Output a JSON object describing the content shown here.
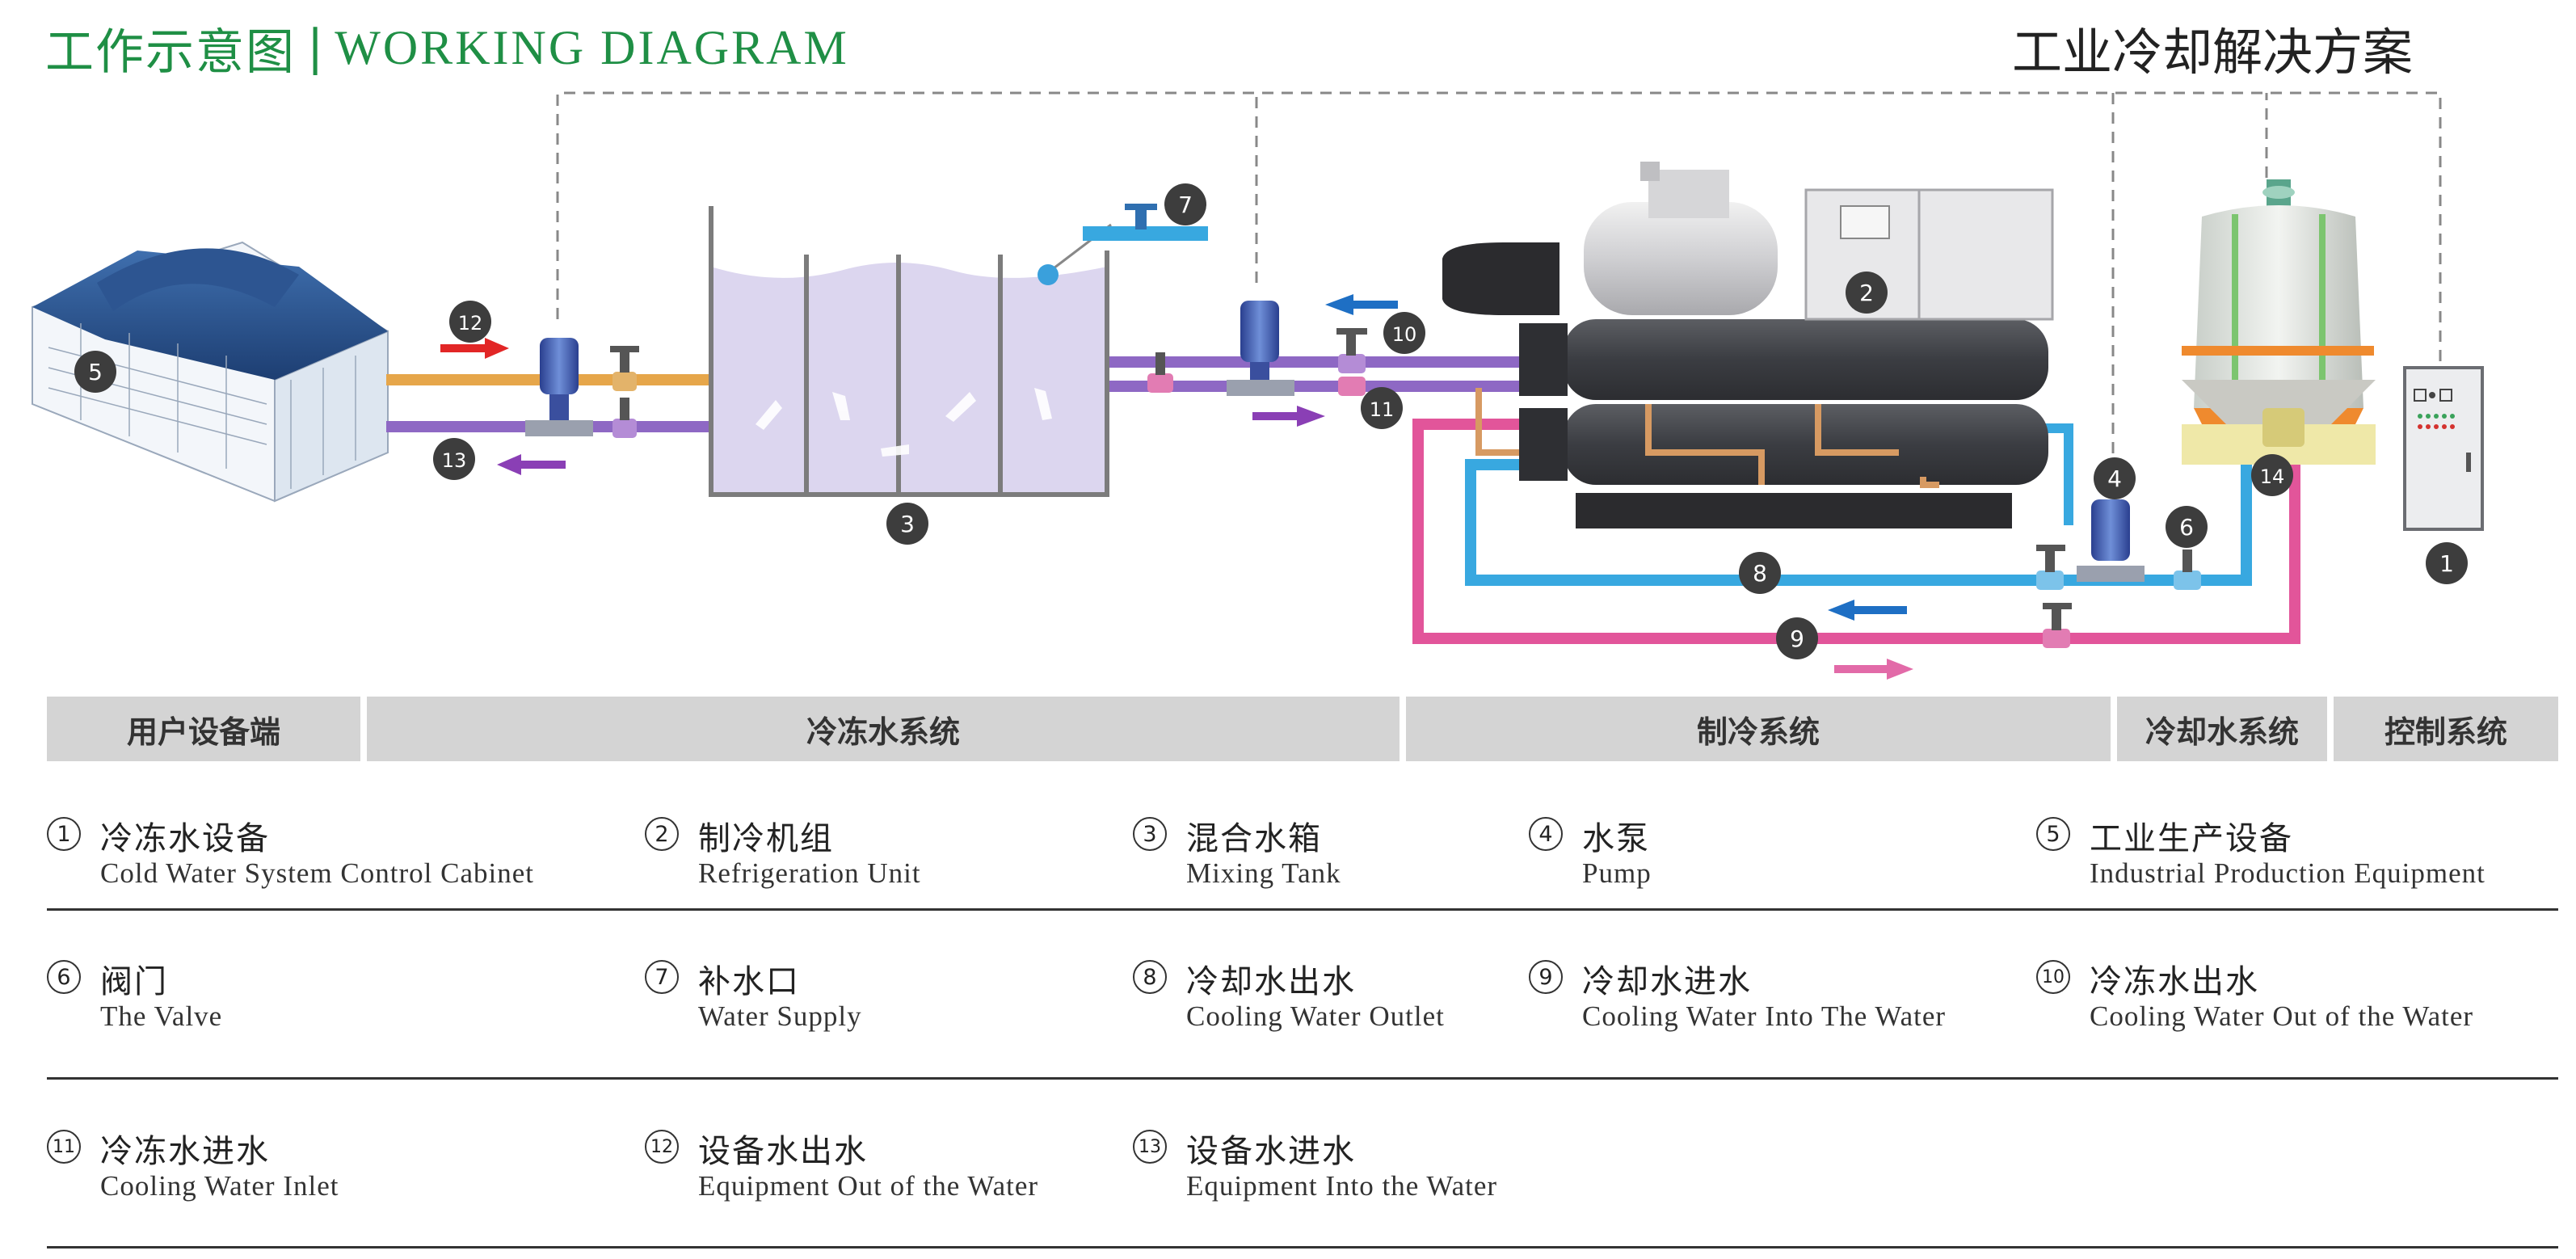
{
  "header": {
    "title_cn": "工作示意图",
    "separator": "|",
    "title_en": "WORKING DIAGRAM",
    "brand_title": "工业冷却解决方案"
  },
  "colors": {
    "title_green": "#1f8f45",
    "chilled_pipe": "#8e68c4",
    "supply_orange": "#e6a64a",
    "cooling_blue": "#38a8e0",
    "cooling_pink": "#e2559a",
    "arrow_red": "#e22626",
    "arrow_blue": "#1e6fc4",
    "arrow_purple": "#8a3fb5",
    "band_gray": "#d4d4d4"
  },
  "diagram_callouts": [
    {
      "n": "1"
    },
    {
      "n": "2"
    },
    {
      "n": "3"
    },
    {
      "n": "4"
    },
    {
      "n": "5"
    },
    {
      "n": "6"
    },
    {
      "n": "7"
    },
    {
      "n": "8"
    },
    {
      "n": "9"
    },
    {
      "n": "10"
    },
    {
      "n": "11"
    },
    {
      "n": "12"
    },
    {
      "n": "13"
    },
    {
      "n": "14"
    }
  ],
  "sections": [
    {
      "label": "用户设备端"
    },
    {
      "label": "冷冻水系统"
    },
    {
      "label": "制冷系统"
    },
    {
      "label": "冷却水系统"
    },
    {
      "label": "控制系统"
    }
  ],
  "legend": [
    {
      "num": "1",
      "cn": "冷冻水设备",
      "en": "Cold Water System Control Cabinet"
    },
    {
      "num": "2",
      "cn": "制冷机组",
      "en": "Refrigeration Unit"
    },
    {
      "num": "3",
      "cn": "混合水箱",
      "en": "Mixing Tank"
    },
    {
      "num": "4",
      "cn": "水泵",
      "en": "Pump"
    },
    {
      "num": "5",
      "cn": "工业生产设备",
      "en": "Industrial Production Equipment"
    },
    {
      "num": "6",
      "cn": "阀门",
      "en": "The Valve"
    },
    {
      "num": "7",
      "cn": "补水口",
      "en": "Water Supply"
    },
    {
      "num": "8",
      "cn": "冷却水出水",
      "en": "Cooling Water Outlet"
    },
    {
      "num": "9",
      "cn": "冷却水进水",
      "en": "Cooling Water Into The Water"
    },
    {
      "num": "10",
      "cn": "冷冻水出水",
      "en": "Cooling Water Out of the Water"
    },
    {
      "num": "11",
      "cn": "冷冻水进水",
      "en": "Cooling Water Inlet"
    },
    {
      "num": "12",
      "cn": "设备水出水",
      "en": "Equipment Out of the Water"
    },
    {
      "num": "13",
      "cn": "设备水进水",
      "en": "Equipment Into the Water"
    }
  ]
}
